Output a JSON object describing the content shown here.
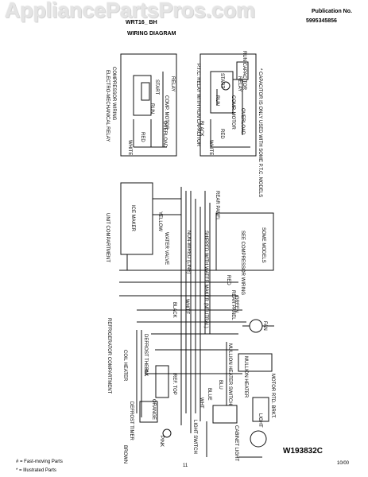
{
  "watermark": "AppliancePartsPros.com",
  "header": {
    "model": "WRT16_ BH",
    "publication_label": "Publication No.",
    "publication_number": "5995345856",
    "title": "WIRING DIAGRAM"
  },
  "panels": {
    "compressor_wiring": {
      "title": "COMPRESSOR WIRING",
      "subtitle": "ELECTRO-MECHANICAL RELAY",
      "labels": [
        "START",
        "RUN",
        "COMP. MOTOR",
        "RELAY",
        "OVERLOAD",
        "RED",
        "WHITE"
      ]
    },
    "ptc_relay": {
      "title": "P.T.C. RELAY WITH RUN CAPACITOR",
      "capacitor": "RUN CAPACITOR",
      "labels": [
        "START",
        "RUN",
        "COMP. MOTOR",
        "RELAY",
        "OVERLOAD",
        "RED",
        "WHITE",
        "BLACK"
      ],
      "note": "* CAPACITOR IS ONLY USED WITH SOME P.T.C. MODELS"
    }
  },
  "compartments": {
    "unit": "UNIT COMPARTMENT",
    "refrigerator": "REFRIGERATOR COMPARTMENT"
  },
  "components": {
    "ice_maker": "ICE MAKER",
    "water_valve": "WATER VALVE",
    "see_compressor_wiring": "SEE COMPRESSOR WIRING",
    "some_models": "SOME MODELS",
    "non_wired": "NON-WIRED (LINE)",
    "shipped_with": "SHIPPED WITH WATER MAKER (NEUTRAL)",
    "rear_panel": "REAR PANEL",
    "defrost_therm": "DEFROST THERM.",
    "coil_heater": "COIL HEATER",
    "defrost_timer": "DEFROST TIMER",
    "ref_top": "REF. TOP",
    "light_switch": "LIGHT SWITCH",
    "cabinet_light": "CABINET LIGHT",
    "light": "LIGHT",
    "mullion_heater_switch": "MULLION HEATER SWITCH",
    "mullion_heater": "MULLION HEATER",
    "fan": "FAN",
    "motor": "MOTOR RTD. BRKT."
  },
  "wire_colors": [
    "BLACK",
    "WHITE",
    "RED",
    "GREEN",
    "YELLOW",
    "ORANGE",
    "BLUE",
    "BROWN",
    "PINK",
    "BLK",
    "BLU",
    "WHT"
  ],
  "diagram_number": "W193832C",
  "footer": {
    "legend_1": "# = Fast-moving Parts",
    "legend_2": "* = Illustrated Parts",
    "page": "11",
    "date": "10/00"
  }
}
